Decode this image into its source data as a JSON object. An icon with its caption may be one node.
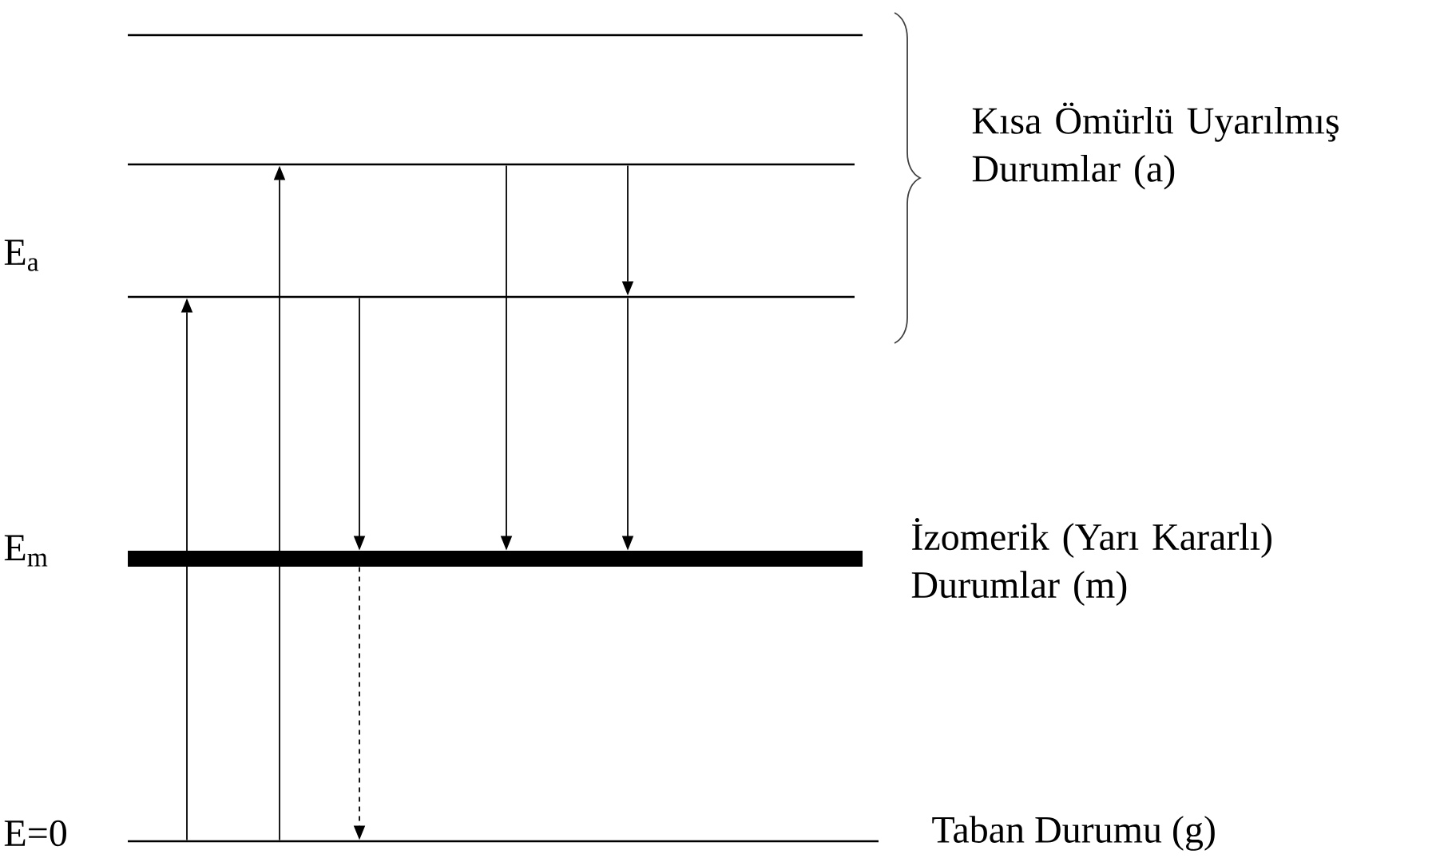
{
  "diagram": {
    "nodes": [
      {
        "text": [],
        "shape": "bar"
      },
      {
        "text": [],
        "shape": "bar"
      },
      {
        "text": [],
        "shape": "bar",
        "beside": [
          "E$_{a}$"
        ]
      },
      {
        "text": [],
        "shape": "bar",
        "beside": [
          "E$_{m}$",
          "İzomerik (Yarı Kararlı) Durumlar (m)"
        ]
      },
      {
        "text": [],
        "shape": "bar",
        "beside": [
          "E=0",
          "Taban Durumu (g)"
        ]
      }
    ],
    "edges": [
      {
        "from": 4,
        "to": 2,
        "arrow": "to"
      },
      {
        "from": 4,
        "to": 1,
        "arrow": "to"
      },
      {
        "from": 2,
        "to": 3,
        "arrow": "to"
      },
      {
        "from": 3,
        "to": 4,
        "arrow": "to",
        "style": "dashed"
      },
      {
        "from": 1,
        "to": 3,
        "arrow": "to"
      },
      {
        "from": 1,
        "to": 2,
        "arrow": "to"
      },
      {
        "from": 2,
        "to": 3,
        "arrow": "to"
      }
    ],
    "labels": [
      "Kısa Ömürlü Uyarılmış Durumlar (a)"
    ]
  }
}
